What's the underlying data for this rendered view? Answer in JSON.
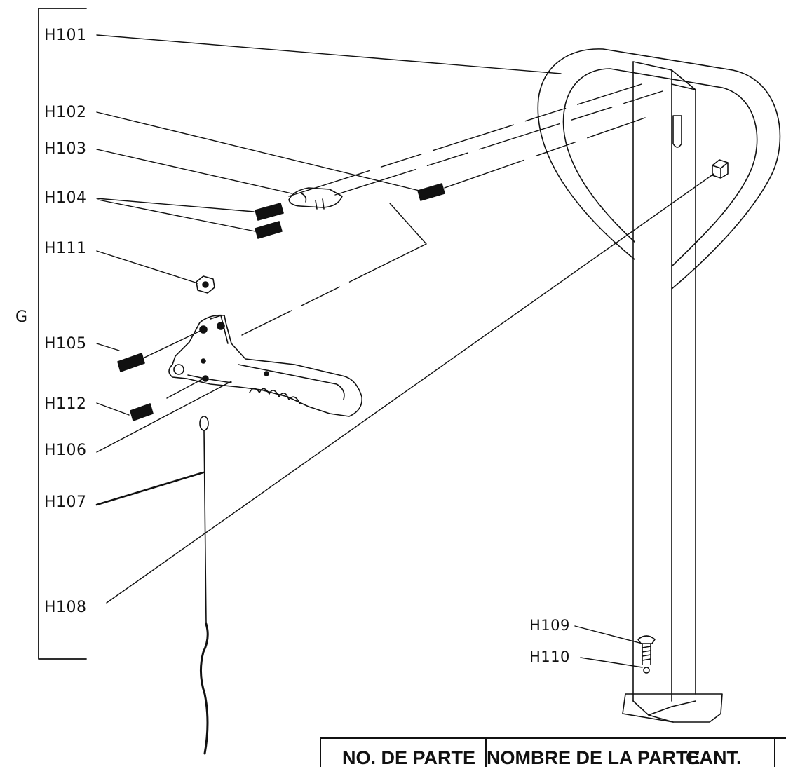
{
  "group_label": "G",
  "callouts": {
    "H101": "H101",
    "H102": "H102",
    "H103": "H103",
    "H104": "H104",
    "H111": "H111",
    "H105": "H105",
    "H112": "H112",
    "H106": "H106",
    "H107": "H107",
    "H108": "H108",
    "H109": "H109",
    "H110": "H110"
  },
  "table": {
    "col_part_no": "NO. DE PARTE",
    "col_part_name": "NOMBRE DE LA PARTE",
    "col_qty": "CANT."
  },
  "colors": {
    "ink": "#111111",
    "background": "#ffffff"
  }
}
